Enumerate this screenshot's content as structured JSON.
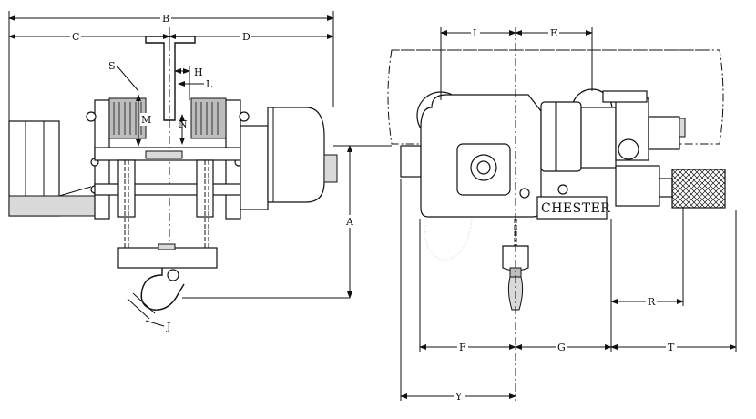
{
  "diagram": {
    "brand_label": "CHESTER",
    "dimension_labels": {
      "A": "A",
      "B": "B",
      "C": "C",
      "D": "D",
      "E": "E",
      "F": "F",
      "G": "G",
      "H": "H",
      "I": "I",
      "J": "J",
      "L": "L",
      "M": "M",
      "N": "N",
      "R": "R",
      "S": "S",
      "T": "T",
      "Y": "Y"
    }
  }
}
